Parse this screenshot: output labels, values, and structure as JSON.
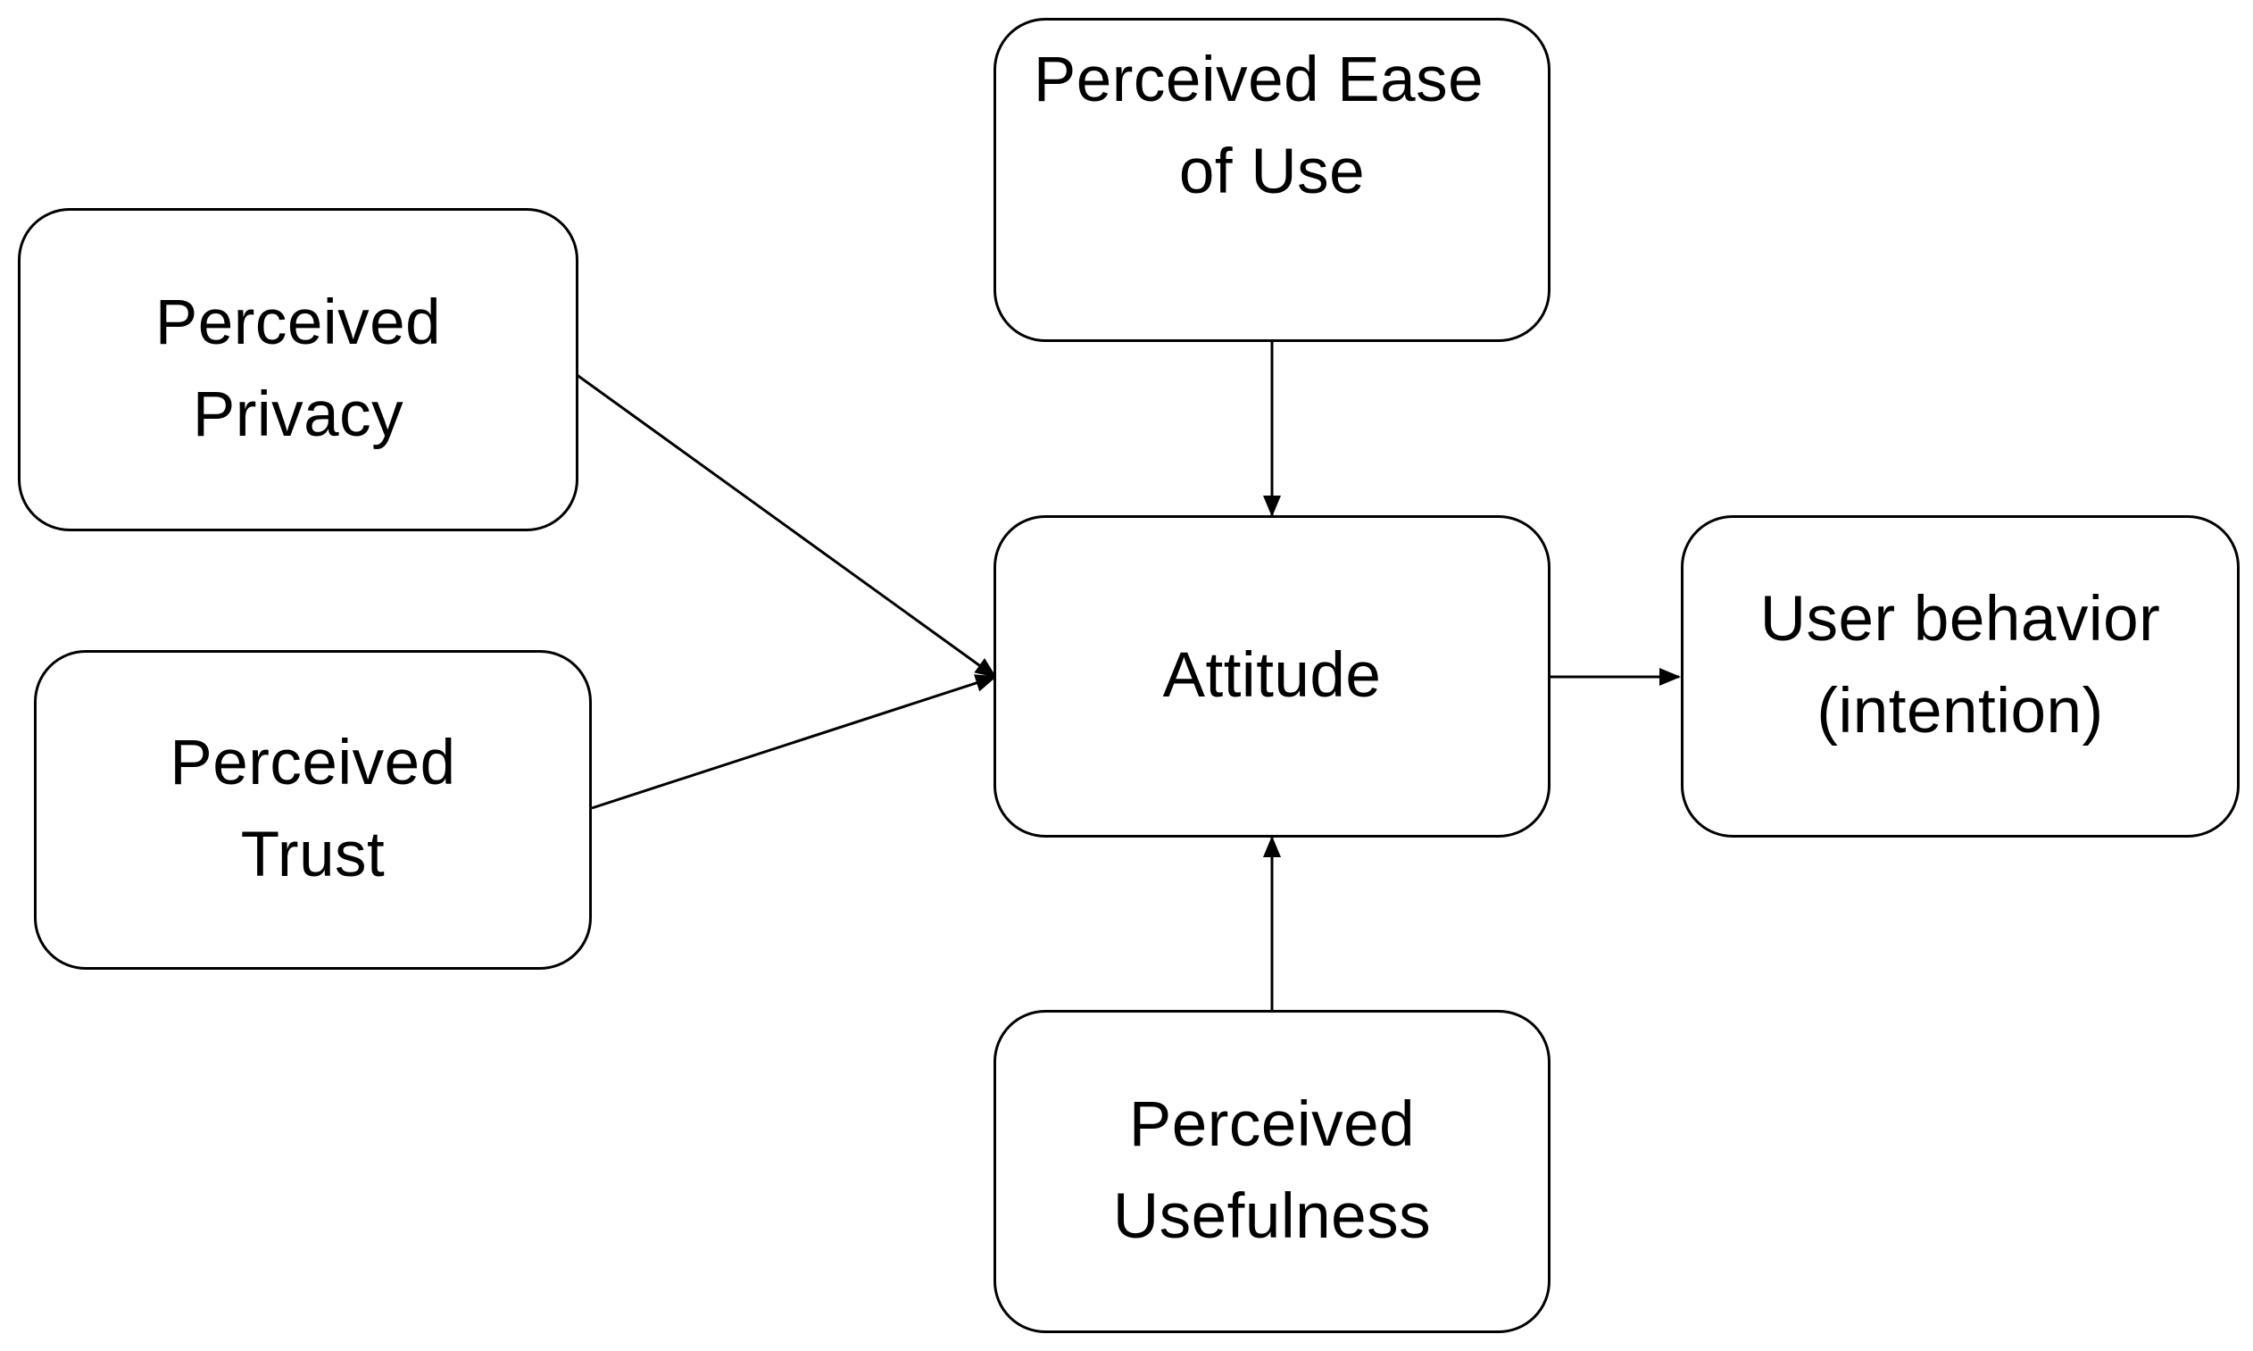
{
  "diagram": {
    "nodes": {
      "privacy": {
        "line1": "Perceived",
        "line2": "Privacy"
      },
      "trust": {
        "line1": "Perceived",
        "line2": "Trust"
      },
      "ease": {
        "line1": "Perceived Ease",
        "line2": "of Use"
      },
      "attitude": {
        "line1": "Attitude"
      },
      "usefulness": {
        "line1": "Perceived",
        "line2": "Usefulness"
      },
      "behavior": {
        "line1": "User behavior",
        "line2": "(intention)"
      }
    },
    "edges": [
      {
        "from": "Perceived Privacy",
        "to": "Attitude"
      },
      {
        "from": "Perceived Trust",
        "to": "Attitude"
      },
      {
        "from": "Perceived Ease of Use",
        "to": "Attitude"
      },
      {
        "from": "Perceived Usefulness",
        "to": "Attitude"
      },
      {
        "from": "Attitude",
        "to": "User behavior (intention)"
      }
    ],
    "colors": {
      "stroke": "#000000",
      "background": "#ffffff"
    }
  }
}
